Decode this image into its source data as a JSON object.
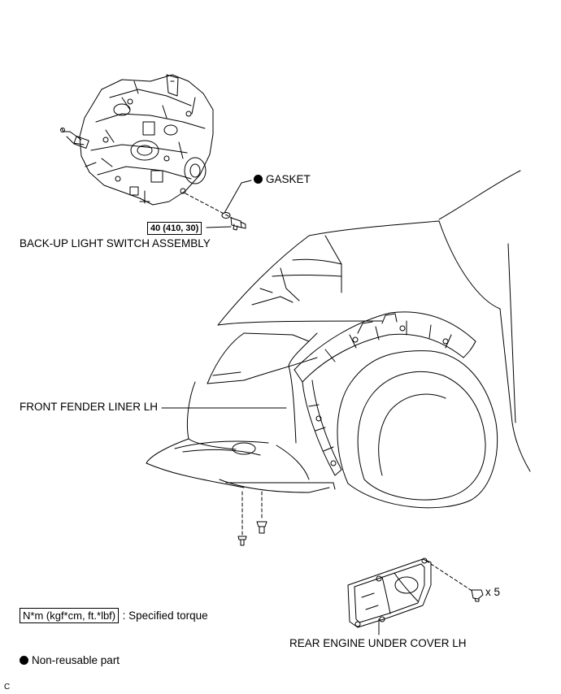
{
  "labels": {
    "gasket": "GASKET",
    "backup_switch": "BACK-UP LIGHT SWITCH ASSEMBLY",
    "torque_value": "40 (410, 30)",
    "fender_liner": "FRONT FENDER LINER LH",
    "rear_cover": "REAR ENGINE UNDER COVER LH",
    "clip_count": "x 5"
  },
  "legend": {
    "torque_unit": "N*m (kgf*cm, ft.*lbf)",
    "torque_desc": ": Specified torque",
    "nonreusable": "Non-reusable part"
  },
  "corner_mark": "C"
}
